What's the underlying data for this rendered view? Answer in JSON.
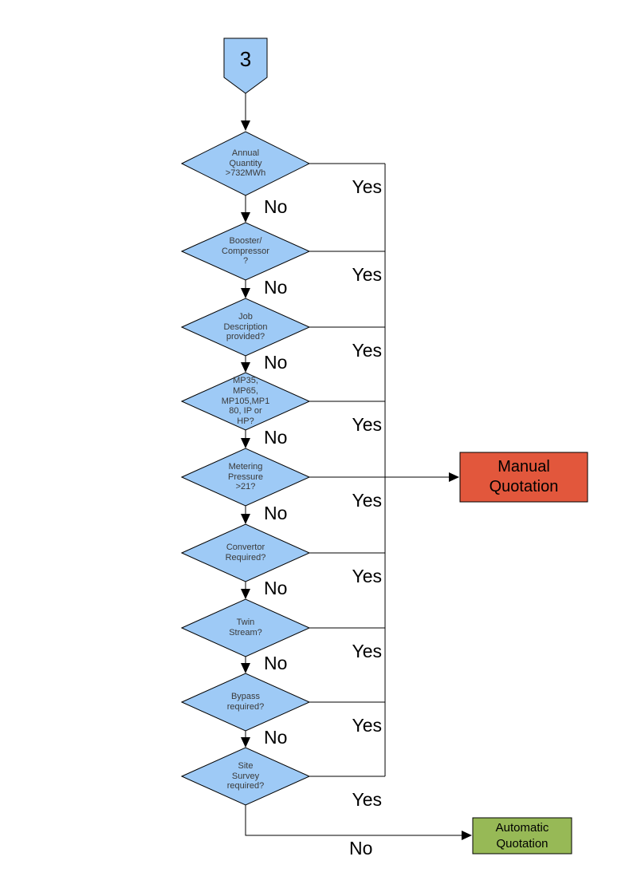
{
  "diagram": {
    "connector": {
      "label": "3"
    },
    "decisions": [
      {
        "label": "Annual\nQuantity\n>732MWh",
        "yes": "Yes",
        "no": "No"
      },
      {
        "label": "Booster/\nCompressor\n?",
        "yes": "Yes",
        "no": "No"
      },
      {
        "label": "Job\nDescription\nprovided?",
        "yes": "Yes",
        "no": "No"
      },
      {
        "label": "MP35,\nMP65,\nMP105,MP1\n80, IP or\nHP?",
        "yes": "Yes",
        "no": "No"
      },
      {
        "label": "Metering\nPressure\n>21?",
        "yes": "Yes",
        "no": "No"
      },
      {
        "label": "Convertor\nRequired?",
        "yes": "Yes",
        "no": "No"
      },
      {
        "label": "Twin\nStream?",
        "yes": "Yes",
        "no": "No"
      },
      {
        "label": "Bypass\nrequired?",
        "yes": "Yes",
        "no": "No"
      },
      {
        "label": "Site\nSurvey\nrequired?",
        "yes": "Yes",
        "no": "No"
      }
    ],
    "outcomes": {
      "manual": {
        "label": "Manual\nQuotation",
        "fill": "#e2573c"
      },
      "automatic": {
        "label": "Automatic\nQuotation",
        "fill": "#97b956"
      }
    },
    "colors": {
      "decision_fill": "#9ecaf6",
      "connector_fill": "#9ecaf6",
      "stroke": "#000000"
    }
  }
}
